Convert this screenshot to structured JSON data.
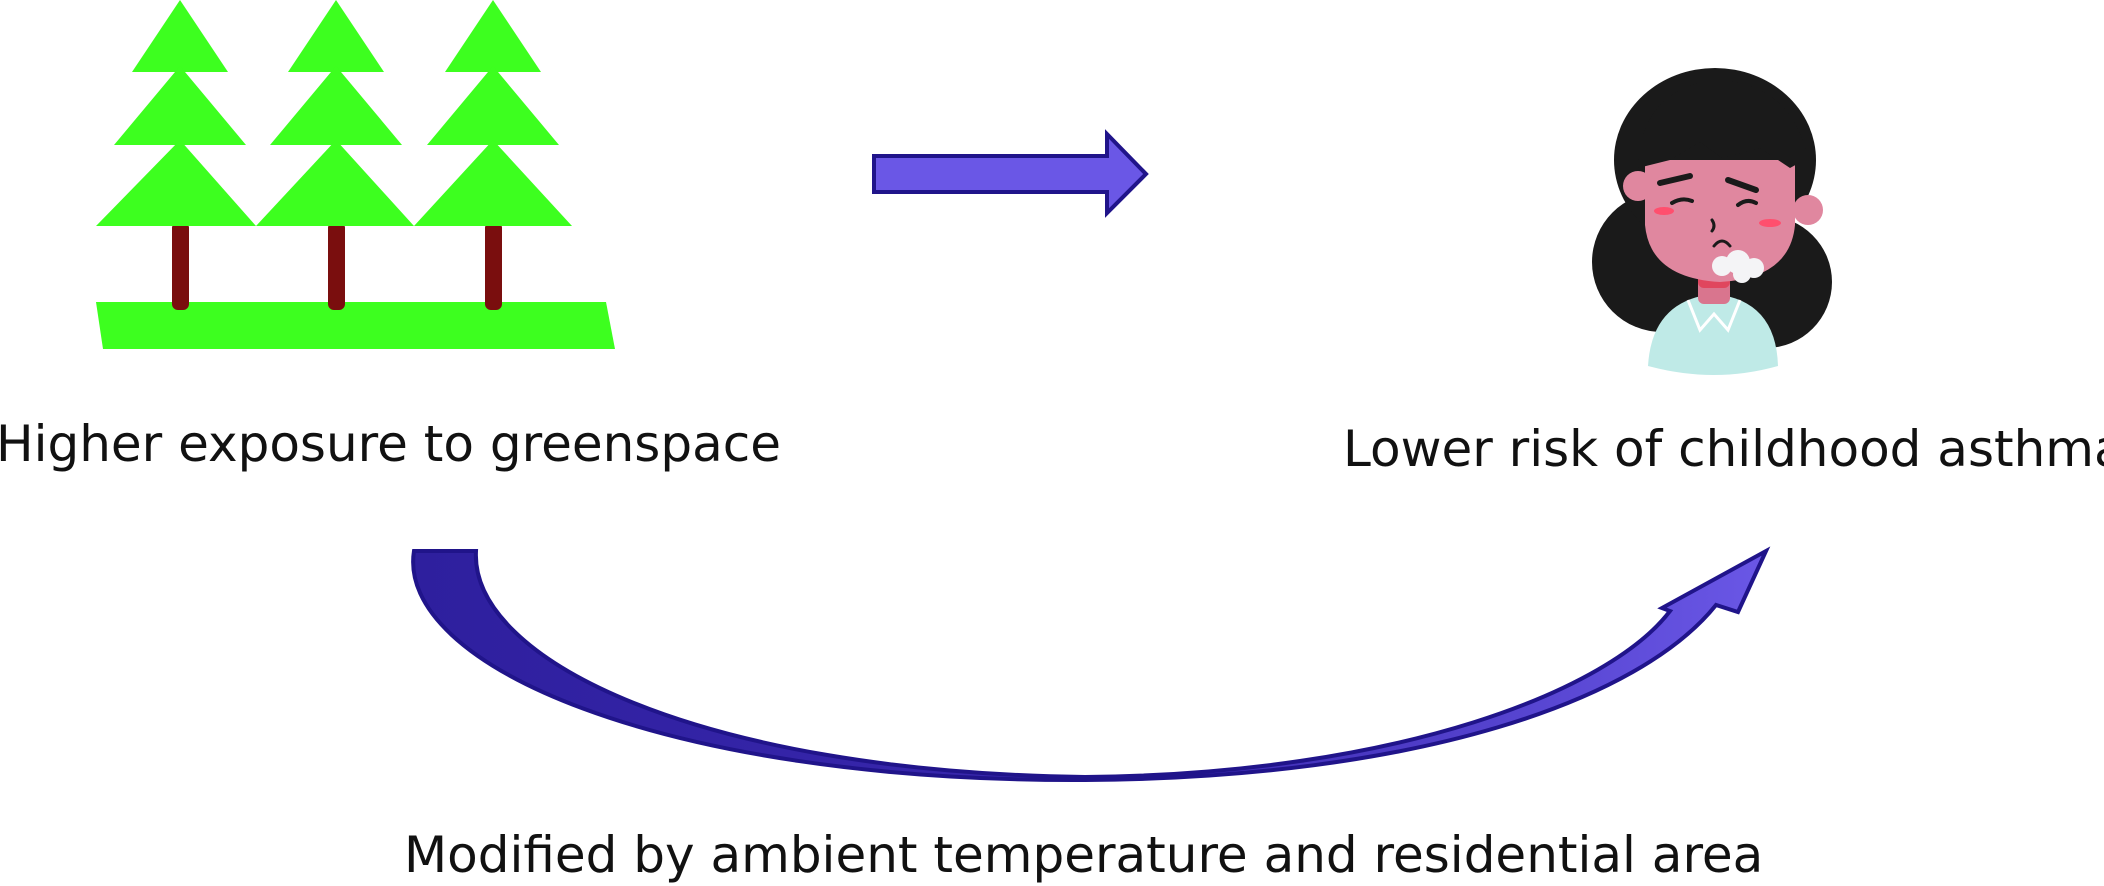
{
  "labels": {
    "exposure": "Higher exposure to greenspace",
    "outcome": "Lower risk of childhood asthma",
    "modifier": "Modified by ambient temperature and residential area"
  },
  "colors": {
    "tree_green": "#3dff1f",
    "trunk": "#7a0e0e",
    "arrow_fill": "#6a57e6",
    "arrow_dark": "#2e1f9e",
    "arrow_stroke": "#20148a",
    "hair": "#1a1a1a",
    "skin": "#e0879f",
    "blush": "#ff4f6e",
    "shirt": "#bfeae7",
    "neck": "#e0465e"
  },
  "icons": {
    "greenspace": "pine-trees-icon",
    "child": "coughing-girl-icon",
    "direct_arrow": "right-arrow-icon",
    "curved_arrow": "curved-arrow-icon"
  }
}
